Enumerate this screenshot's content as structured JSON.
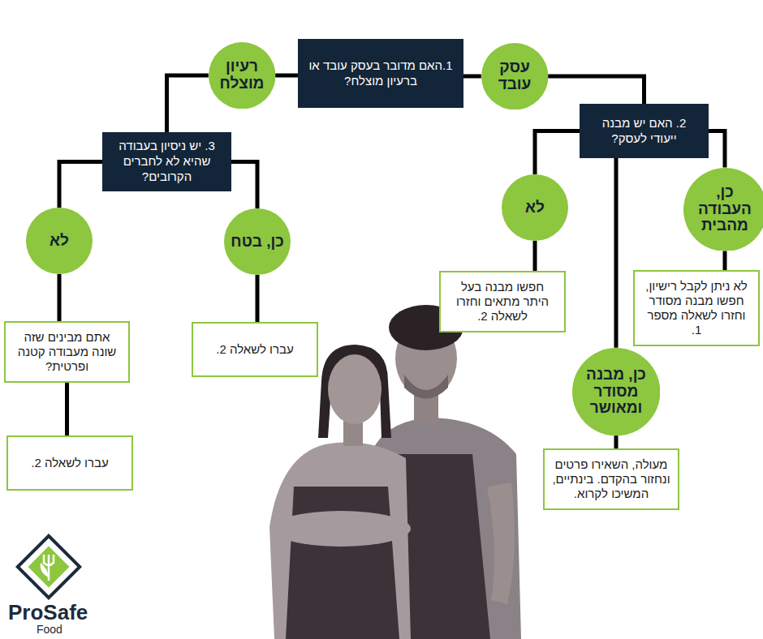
{
  "diagram": {
    "nodes": [
      {
        "text": [
          "1.האם מדובר בעסק עובד או ברעיון מוצלח?"
        ]
      },
      {
        "text": [
          "עסק עובד"
        ]
      },
      {
        "text": [
          "רעיון מוצלח"
        ]
      },
      {
        "text": [
          "2. האם יש מבנה ייעודי לעסק?"
        ]
      },
      {
        "text": [
          "כן, העבודה מהבית"
        ]
      },
      {
        "text": [
          "כן, מבנה מסודר ומאושר"
        ]
      },
      {
        "text": [
          "לא"
        ]
      },
      {
        "text": [
          "לא ניתן לקבל רישיון, חפשו מבנה מסודר וחזרו לשאלה מספר 1."
        ]
      },
      {
        "text": [
          "מעולה, השאירו פרטים ונחזור בהקדם. בינתיים, המשיכו לקרוא."
        ]
      },
      {
        "text": [
          "חפשו מבנה בעל היתר מתאים וחזרו לשאלה 2."
        ]
      },
      {
        "text": [
          "3. יש ניסיון בעבודה שהיא לא לחברים הקרובים?"
        ]
      },
      {
        "text": [
          "כן, בטח"
        ]
      },
      {
        "text": [
          "לא"
        ]
      },
      {
        "text": [
          "עברו לשאלה 2."
        ]
      },
      {
        "text": [
          "אתם מבינים שזה שונה מעבודה קטנה ופרטית?"
        ]
      },
      {
        "text": [
          "עברו לשאלה 2."
        ]
      }
    ],
    "edges": [
      {
        "from": 0,
        "to": 1,
        "arrow": "none"
      },
      {
        "from": 0,
        "to": 2,
        "arrow": "none"
      },
      {
        "from": 1,
        "to": 3,
        "arrow": "none"
      },
      {
        "from": 3,
        "to": 4,
        "arrow": "none"
      },
      {
        "from": 3,
        "to": 5,
        "arrow": "none"
      },
      {
        "from": 3,
        "to": 6,
        "arrow": "none"
      },
      {
        "from": 4,
        "to": 7,
        "arrow": "none"
      },
      {
        "from": 5,
        "to": 8,
        "arrow": "none"
      },
      {
        "from": 6,
        "to": 9,
        "arrow": "none"
      },
      {
        "from": 2,
        "to": 10,
        "arrow": "none"
      },
      {
        "from": 10,
        "to": 11,
        "arrow": "none"
      },
      {
        "from": 10,
        "to": 12,
        "arrow": "none"
      },
      {
        "from": 11,
        "to": 13,
        "arrow": "none"
      },
      {
        "from": 12,
        "to": 14,
        "arrow": "none"
      },
      {
        "from": 14,
        "to": 15,
        "arrow": "none"
      }
    ],
    "labels": [
      "ProSafe",
      "Food"
    ]
  }
}
